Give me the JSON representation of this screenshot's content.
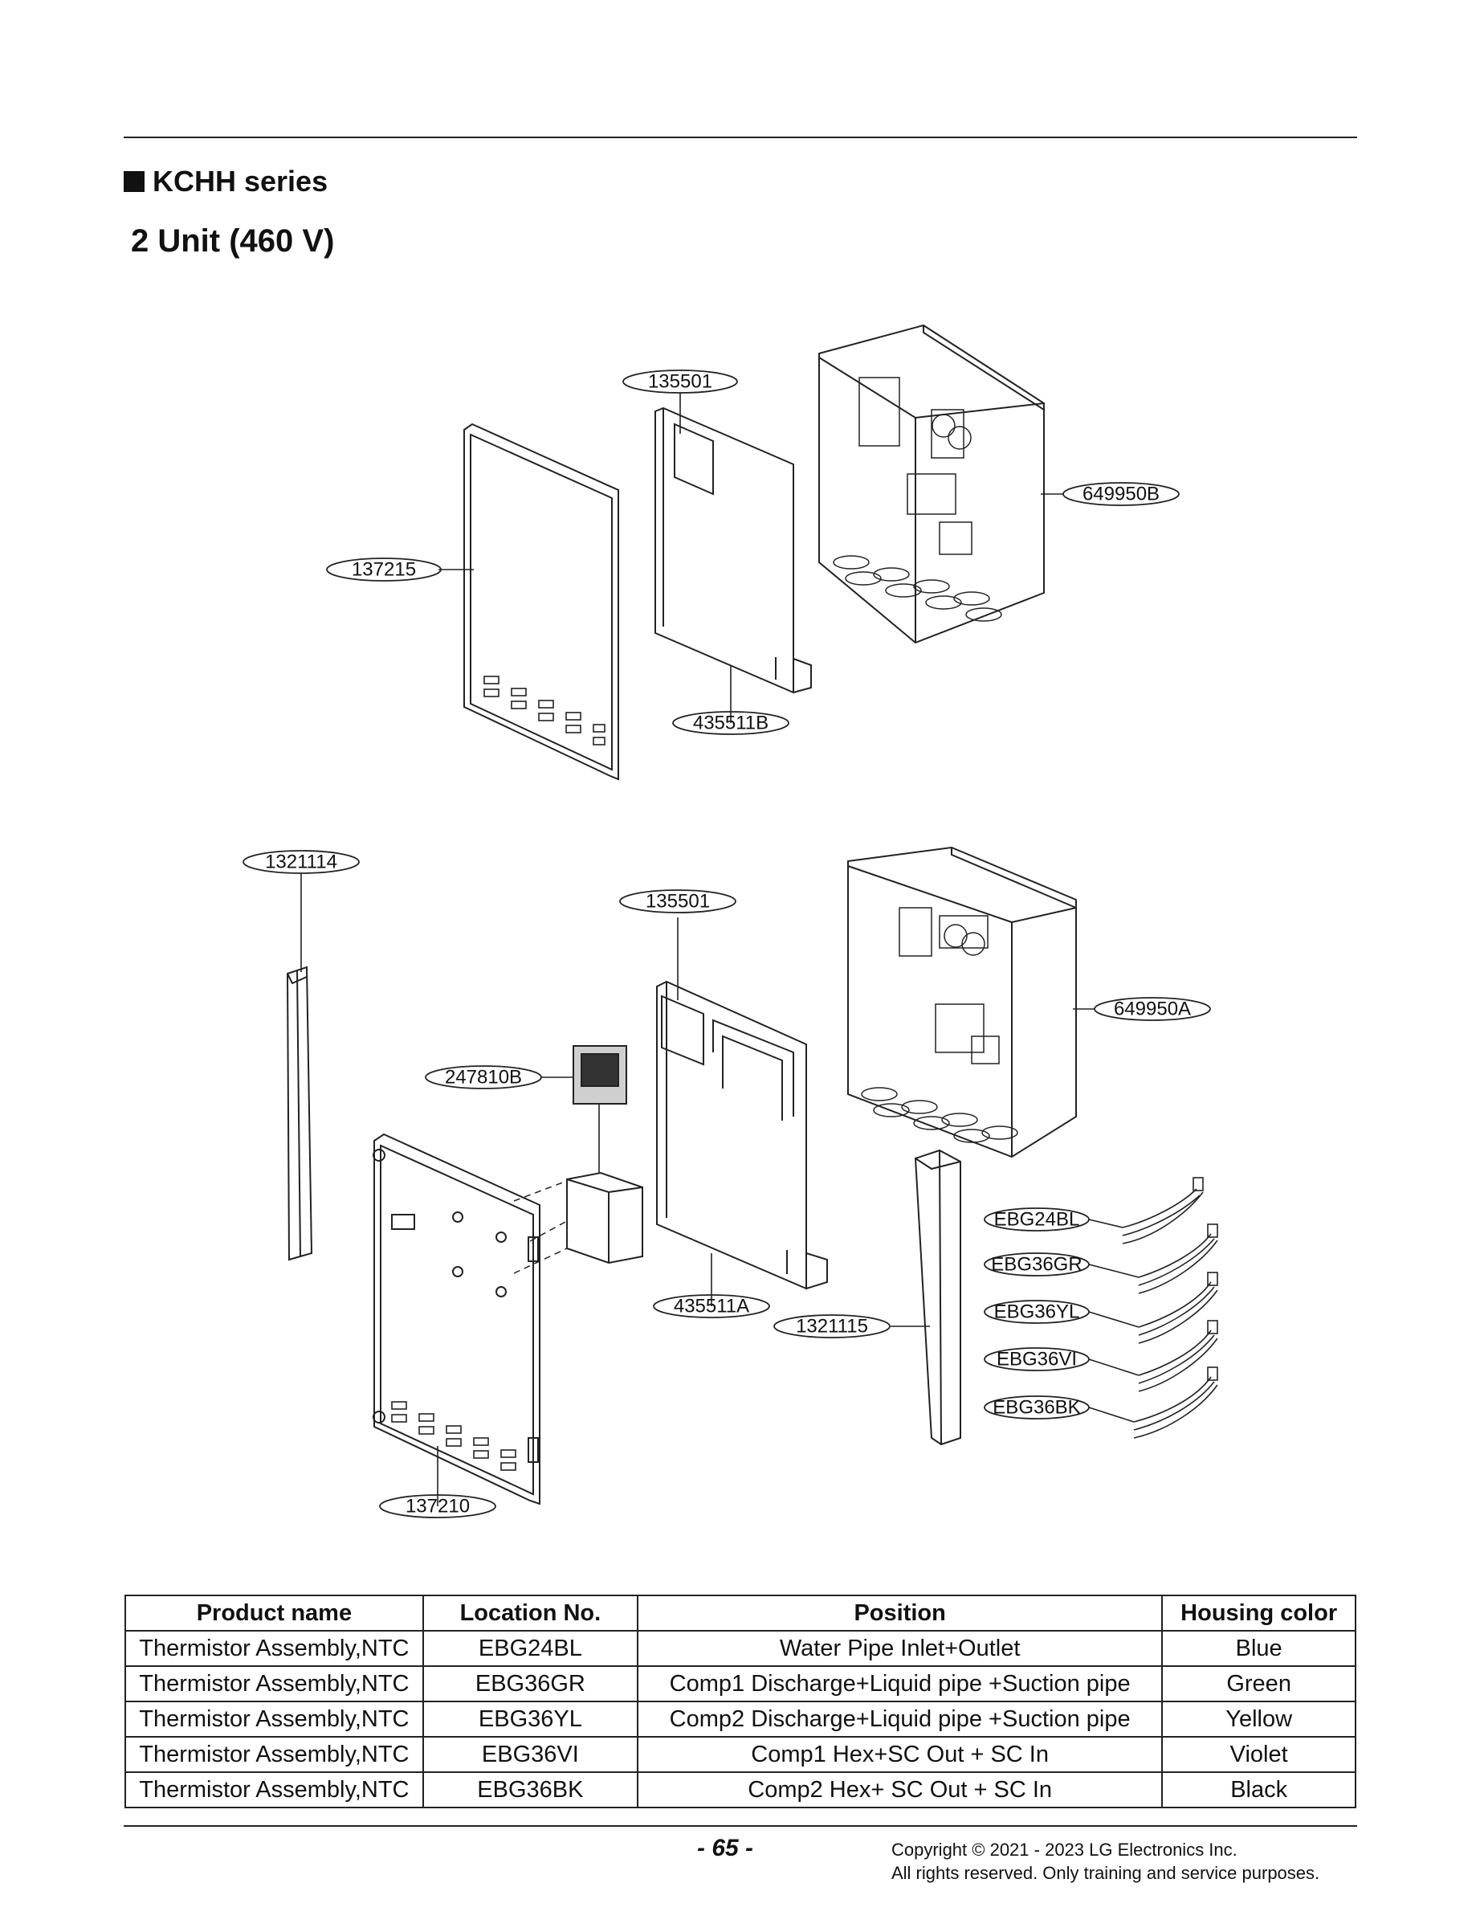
{
  "header": {
    "section_title": "KCHH series",
    "subtitle": "2 Unit (460 V)"
  },
  "diagram": {
    "labels_top": {
      "cover_135501_top": "135501",
      "box_649950B": "649950B",
      "panel_137215": "137215",
      "plate_435511B": "435511B"
    },
    "labels_bottom": {
      "bracket_1321114": "1321114",
      "cover_135501_bottom": "135501",
      "box_649950A": "649950A",
      "display_247810B": "247810B",
      "plate_435511A": "435511A",
      "bracket_1321115": "1321115",
      "panel_137210": "137210",
      "thermistor_1": "EBG24BL",
      "thermistor_2": "EBG36GR",
      "thermistor_3": "EBG36YL",
      "thermistor_4": "EBG36VI",
      "thermistor_5": "EBG36BK"
    }
  },
  "table": {
    "headers": [
      "Product name",
      "Location No.",
      "Position",
      "Housing color"
    ],
    "rows": [
      [
        "Thermistor Assembly,NTC",
        "EBG24BL",
        "Water Pipe Inlet+Outlet",
        "Blue"
      ],
      [
        "Thermistor Assembly,NTC",
        "EBG36GR",
        "Comp1 Discharge+Liquid pipe +Suction pipe",
        "Green"
      ],
      [
        "Thermistor Assembly,NTC",
        "EBG36YL",
        "Comp2 Discharge+Liquid pipe +Suction pipe",
        "Yellow"
      ],
      [
        "Thermistor Assembly,NTC",
        "EBG36VI",
        "Comp1 Hex+SC Out + SC In",
        "Violet"
      ],
      [
        "Thermistor Assembly,NTC",
        "EBG36BK",
        "Comp2 Hex+ SC Out + SC In",
        "Black"
      ]
    ]
  },
  "footer": {
    "page_number": "- 65 -",
    "copyright_line1": "Copyright © 2021 - 2023 LG Electronics Inc.",
    "copyright_line2": "All rights reserved. Only training and service purposes."
  }
}
